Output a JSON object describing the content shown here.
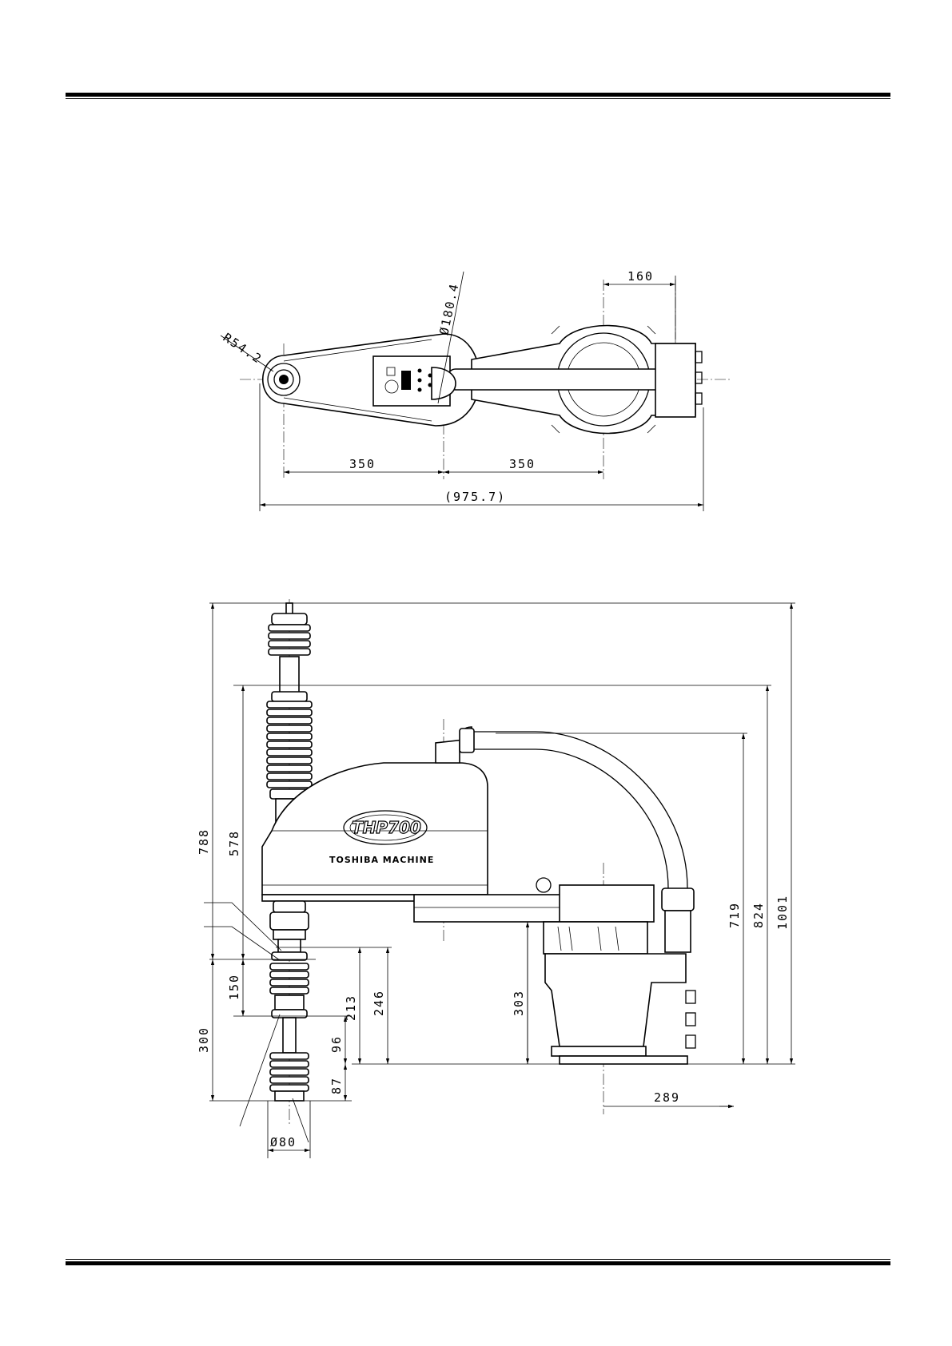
{
  "top_view": {
    "radius_label": "R54.2",
    "diameter_label": "Ø180.4",
    "offset_label": "160",
    "arm1_label": "350",
    "arm2_label": "350",
    "overall_label": "(975.7)"
  },
  "side_view": {
    "model_badge": "THP700",
    "brand_text": "TOSHIBA MACHINE",
    "stroke_total": "788",
    "stroke_upper": "578",
    "stroke_150": "150",
    "stroke_300": "300",
    "dim_213": "213",
    "dim_246": "246",
    "dim_96": "96",
    "dim_87": "87",
    "bellows_diameter": "Ø80",
    "dim_303": "303",
    "dim_719": "719",
    "dim_824": "824",
    "dim_1001": "1001",
    "base_offset": "289"
  }
}
